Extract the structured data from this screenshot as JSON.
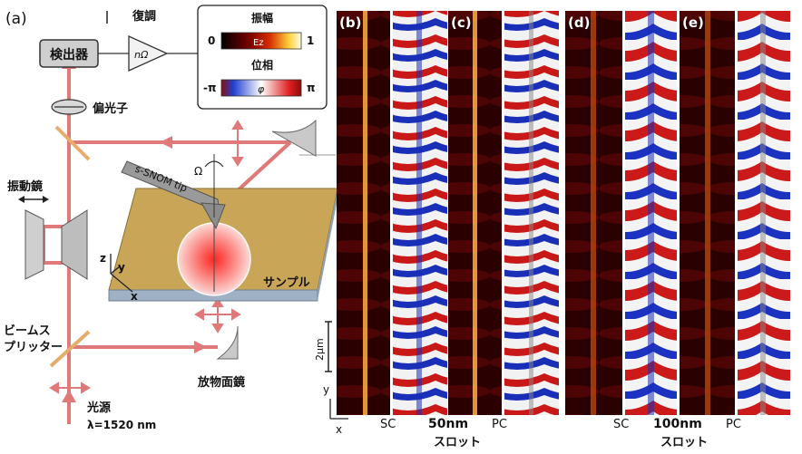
{
  "setup": {
    "panel_label": "(a)",
    "detector": "検出器",
    "demod_title": "復調",
    "demod_freq": "nΩ",
    "amp_title": "振幅",
    "amp_min": "0",
    "amp_max": "1",
    "amp_symbol": "Ez",
    "phase_title": "位相",
    "phase_min": "-π",
    "phase_max": "π",
    "phase_symbol": "φ",
    "polarizer": "偏光子",
    "oscillating_mirror": "振動鏡",
    "tip": "s-SNOM tip",
    "omega": "Ω",
    "sample": "サンプル",
    "axis_z": "z",
    "axis_y": "y",
    "axis_x": "x",
    "beamsplitter_line1": "ビームス",
    "beamsplitter_line2": "プリッター",
    "parabolic_mirror": "放物面鏡",
    "source": "光源",
    "wavelength": "λ=1520 nm",
    "colors": {
      "beam": "#e07a7a",
      "sample": "#c9a557",
      "mirror": "#a8a8a8"
    }
  },
  "maps": {
    "panels": [
      {
        "label": "(b)",
        "mode": "SC",
        "width": "50nm"
      },
      {
        "label": "(c)",
        "mode": "PC",
        "width": "50nm"
      },
      {
        "label": "(d)",
        "mode": "SC",
        "width": "100nm"
      },
      {
        "label": "(e)",
        "mode": "PC",
        "width": "100nm"
      }
    ],
    "sc_label": "SC",
    "pc_label": "PC",
    "width_50": "50nm",
    "width_100": "100nm",
    "slot_label": "スロット",
    "scale_label": "2μm",
    "axis_y": "y",
    "axis_x": "x"
  }
}
